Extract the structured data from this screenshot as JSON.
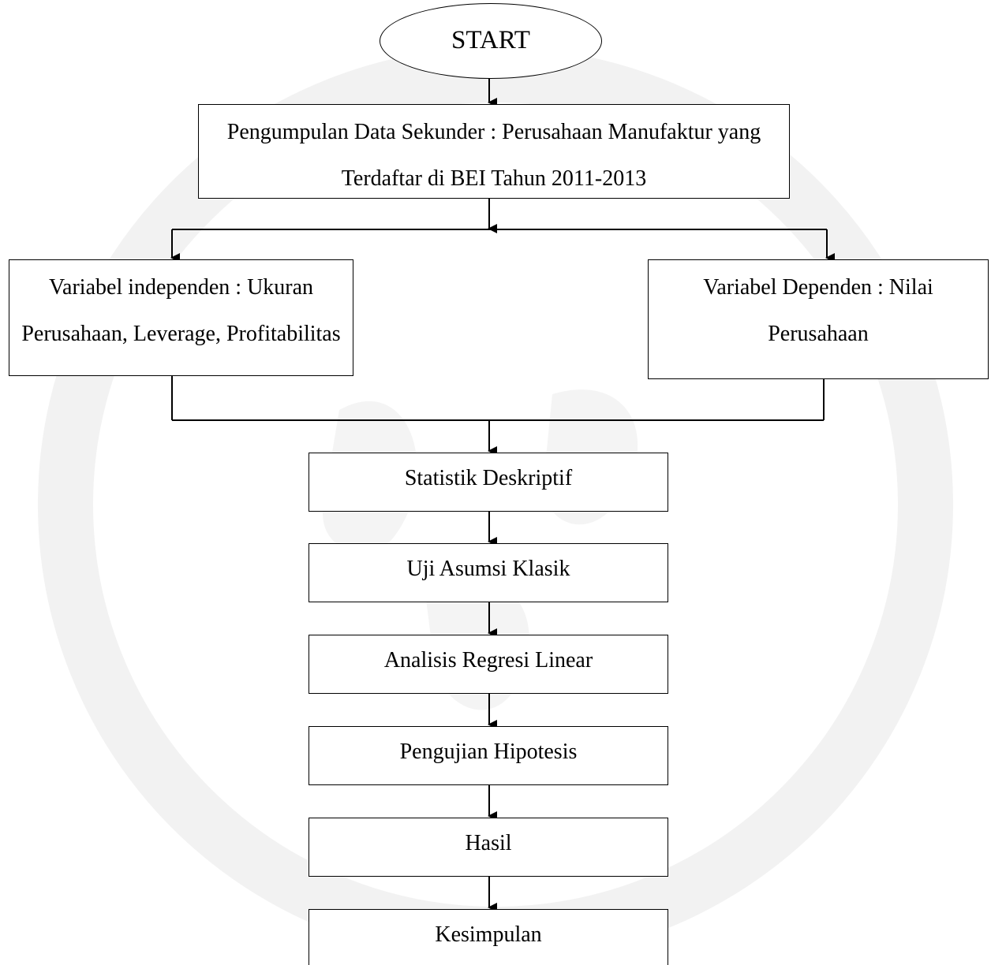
{
  "flow": {
    "start": "START",
    "data_collection": "Pengumpulan Data Sekunder : Perusahaan Manufaktur yang Terdaftar di BEI Tahun 2011-2013",
    "independent": "Variabel independen : Ukuran Perusahaan, Leverage, Profitabilitas",
    "dependent": "Variabel Dependen : Nilai Perusahaan",
    "steps": [
      "Statistik Deskriptif",
      "Uji Asumsi Klasik",
      "Analisis Regresi Linear",
      "Pengujian Hipotesis",
      "Hasil",
      "Kesimpulan"
    ]
  },
  "colors": {
    "line": "#000000",
    "watermark": "#f3f3f3"
  }
}
